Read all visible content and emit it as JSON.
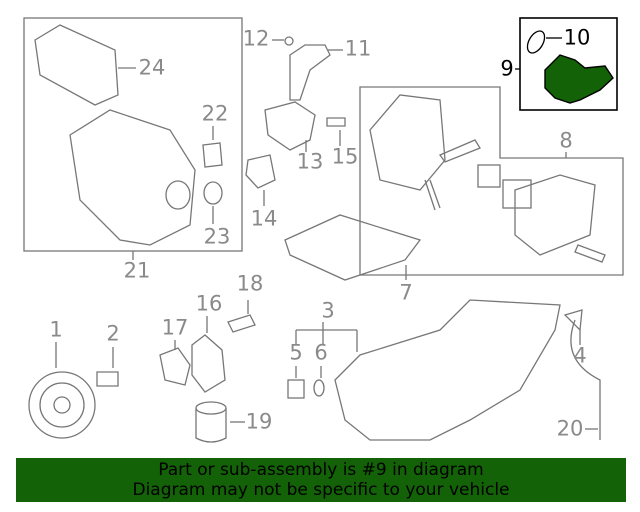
{
  "diagram": {
    "highlight_color": "#136207",
    "selected_part": "9",
    "callouts": [
      {
        "id": "1",
        "label": "1"
      },
      {
        "id": "2",
        "label": "2"
      },
      {
        "id": "3",
        "label": "3"
      },
      {
        "id": "4",
        "label": "4"
      },
      {
        "id": "5",
        "label": "5"
      },
      {
        "id": "6",
        "label": "6"
      },
      {
        "id": "7",
        "label": "7"
      },
      {
        "id": "8",
        "label": "8"
      },
      {
        "id": "9",
        "label": "9"
      },
      {
        "id": "10",
        "label": "10"
      },
      {
        "id": "11",
        "label": "11"
      },
      {
        "id": "12",
        "label": "12"
      },
      {
        "id": "13",
        "label": "13"
      },
      {
        "id": "14",
        "label": "14"
      },
      {
        "id": "15",
        "label": "15"
      },
      {
        "id": "16",
        "label": "16"
      },
      {
        "id": "17",
        "label": "17"
      },
      {
        "id": "18",
        "label": "18"
      },
      {
        "id": "19",
        "label": "19"
      },
      {
        "id": "20",
        "label": "20"
      },
      {
        "id": "21",
        "label": "21"
      },
      {
        "id": "22",
        "label": "22"
      },
      {
        "id": "23",
        "label": "23"
      },
      {
        "id": "24",
        "label": "24"
      }
    ]
  },
  "banner": {
    "line1": "Part or sub-assembly is #9 in diagram",
    "line2": "Diagram may not be specific to your vehicle"
  }
}
